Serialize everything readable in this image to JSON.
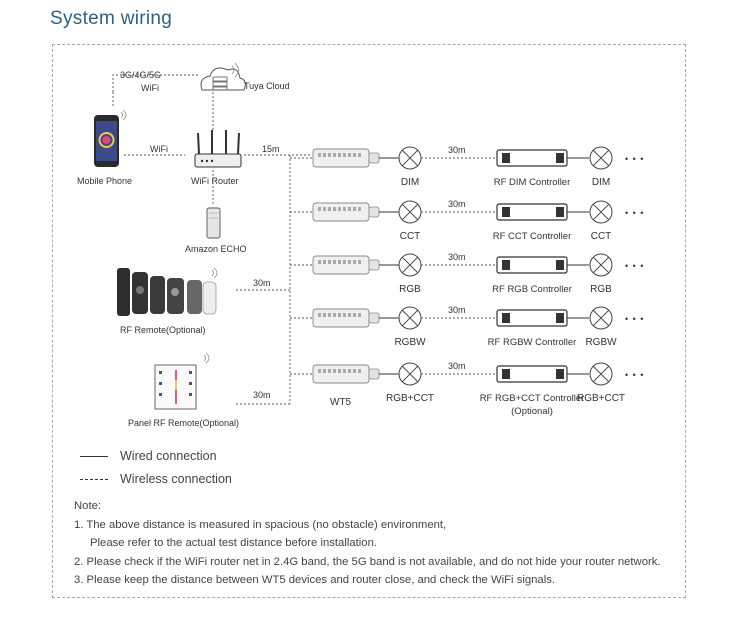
{
  "title": "System wiring",
  "top": {
    "network_label_line1": "3G/4G/5G",
    "network_label_line2": "WiFi",
    "cloud_label": "Tuya Cloud",
    "phone_label": "Mobile Phone",
    "phone_link_label": "WiFi",
    "router_label": "WiFi Router",
    "router_distance": "15m",
    "echo_label": "Amazon ECHO",
    "rf_remote_label": "RF Remote(Optional)",
    "rf_remote_distance": "30m",
    "panel_remote_label": "Panel RF Remote(Optional)",
    "panel_remote_distance": "30m"
  },
  "rows": [
    {
      "load_label": "DIM",
      "distance": "30m",
      "controller_label": "RF DIM Controller",
      "end_label": "DIM",
      "controller_sub": "",
      "device_label": ""
    },
    {
      "load_label": "CCT",
      "distance": "30m",
      "controller_label": "RF CCT Controller",
      "end_label": "CCT",
      "controller_sub": "",
      "device_label": ""
    },
    {
      "load_label": "RGB",
      "distance": "30m",
      "controller_label": "RF RGB Controller",
      "end_label": "RGB",
      "controller_sub": "",
      "device_label": ""
    },
    {
      "load_label": "RGBW",
      "distance": "30m",
      "controller_label": "RF RGBW Controller",
      "end_label": "RGBW",
      "controller_sub": "",
      "device_label": ""
    },
    {
      "load_label": "RGB+CCT",
      "distance": "30m",
      "controller_label": "RF RGB+CCT Controller",
      "end_label": "RGB+CCT",
      "controller_sub": "(Optional)",
      "device_label": "WT5"
    }
  ],
  "more_symbol": "• • •",
  "legend": {
    "wired": "Wired connection",
    "wireless": "Wireless connection"
  },
  "notes": {
    "heading": "Note:",
    "n1": "1. The above distance is measured in spacious (no obstacle) environment,",
    "n1b": "Please refer to the actual test distance before installation.",
    "n2": "2. Please check if the WiFi router net in 2.4G band, the 5G band is not available, and do not hide your router network.",
    "n3": "3. Please keep the distance between WT5 devices and router close, and check the WiFi signals."
  },
  "colors": {
    "title": "#2f5f86",
    "line": "#444444",
    "device_fill": "#eeeeee"
  }
}
